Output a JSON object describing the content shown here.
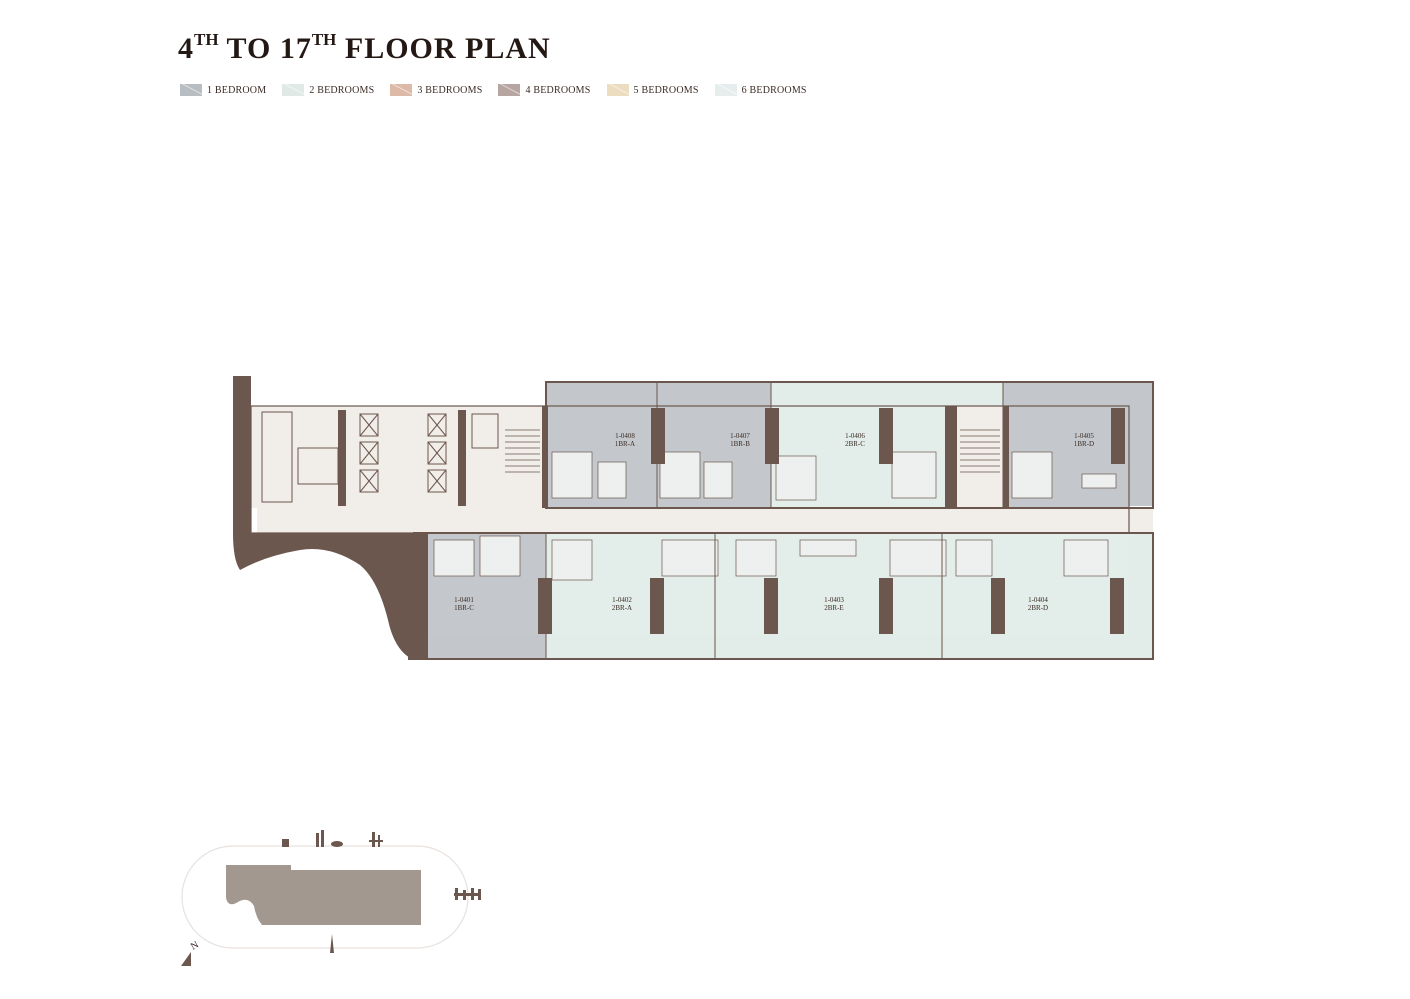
{
  "title": {
    "main_1": "4",
    "sup_1": "TH",
    "main_2": " TO 17",
    "sup_2": "TH",
    "main_3": " FLOOR PLAN"
  },
  "legend": [
    {
      "label": "1 BEDROOM",
      "color": "#b8bdc2"
    },
    {
      "label": "2 BEDROOMS",
      "color": "#dfeae6"
    },
    {
      "label": "3 BEDROOMS",
      "color": "#ddb9a8"
    },
    {
      "label": "4 BEDROOMS",
      "color": "#b7a5a1"
    },
    {
      "label": "5 BEDROOMS",
      "color": "#ecdcc0"
    },
    {
      "label": "6 BEDROOMS",
      "color": "#e6eeed"
    }
  ],
  "colors": {
    "wall": "#6b574d",
    "one_bed": "#c4c8cc",
    "two_bed": "#e3ede9",
    "core": "#f1ede8",
    "terrace_one": "#c3c7cb",
    "terrace_two": "#e2ece8",
    "key_plan_fill": "#a39890",
    "key_plan_outline": "#e8e2de"
  },
  "units": {
    "u0408": {
      "code": "1-0408",
      "type": "1BR-A"
    },
    "u0407": {
      "code": "1-0407",
      "type": "1BR-B"
    },
    "u0406": {
      "code": "1-0406",
      "type": "2BR-C"
    },
    "u0405": {
      "code": "1-0405",
      "type": "1BR-D"
    },
    "u0401": {
      "code": "1-0401",
      "type": "1BR-C"
    },
    "u0402": {
      "code": "1-0402",
      "type": "2BR-A"
    },
    "u0403": {
      "code": "1-0403",
      "type": "2BR-E"
    },
    "u0404": {
      "code": "1-0404",
      "type": "2BR-D"
    }
  },
  "key_plan": {
    "north_label": "N"
  }
}
